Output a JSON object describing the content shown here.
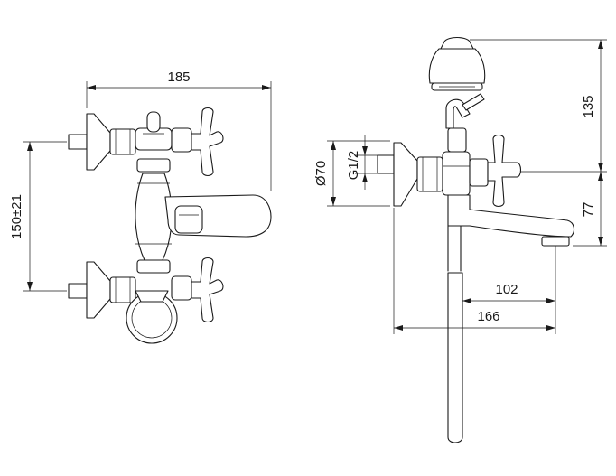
{
  "dimensions": {
    "total_width": "185",
    "inlet_spacing": "150±21",
    "head_height": "135",
    "rosette_diameter": "Ø70",
    "thread": "G1/2",
    "spout_height": "77",
    "spout_reach_short": "102",
    "spout_reach_long": "166"
  },
  "colors": {
    "line": "#1a1a1a",
    "background": "#ffffff"
  }
}
